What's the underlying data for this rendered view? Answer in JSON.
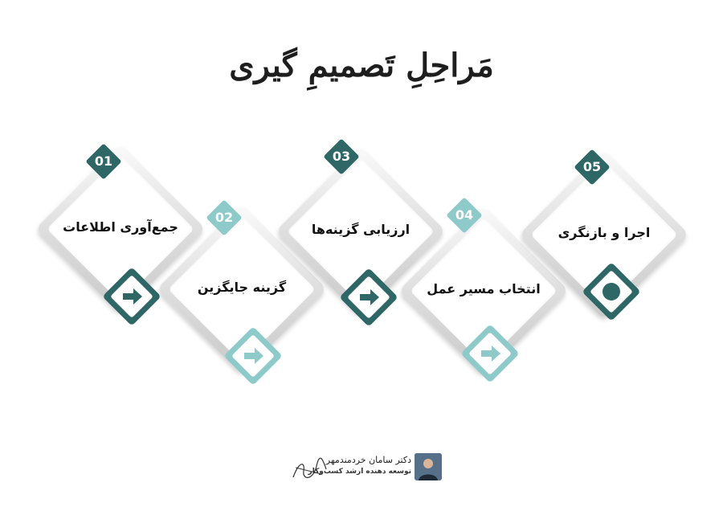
{
  "title": "مَراحِلِ تَصمیمِ گیری",
  "colors": {
    "dark": "#2e6766",
    "light": "#8fcaca"
  },
  "steps": [
    {
      "number": "01",
      "label": "جمع‌آوری اطلاعات",
      "icon": "arrow-right-icon",
      "tone": "dark"
    },
    {
      "number": "02",
      "label": "گزینه جایگزین",
      "icon": "arrow-right-icon",
      "tone": "light"
    },
    {
      "number": "03",
      "label": "ارزیابی گزینه‌ها",
      "icon": "arrow-right-icon",
      "tone": "dark"
    },
    {
      "number": "04",
      "label": "انتخاب مسیر عمل",
      "icon": "arrow-right-icon",
      "tone": "light"
    },
    {
      "number": "05",
      "label": "اجرا و بازنگری",
      "icon": "circle-icon",
      "tone": "dark"
    }
  ],
  "footer": {
    "name": "دکتر سامان خردمندمهر",
    "subtitle": "توسعه دهنده ارشد کسب‌وکار"
  }
}
